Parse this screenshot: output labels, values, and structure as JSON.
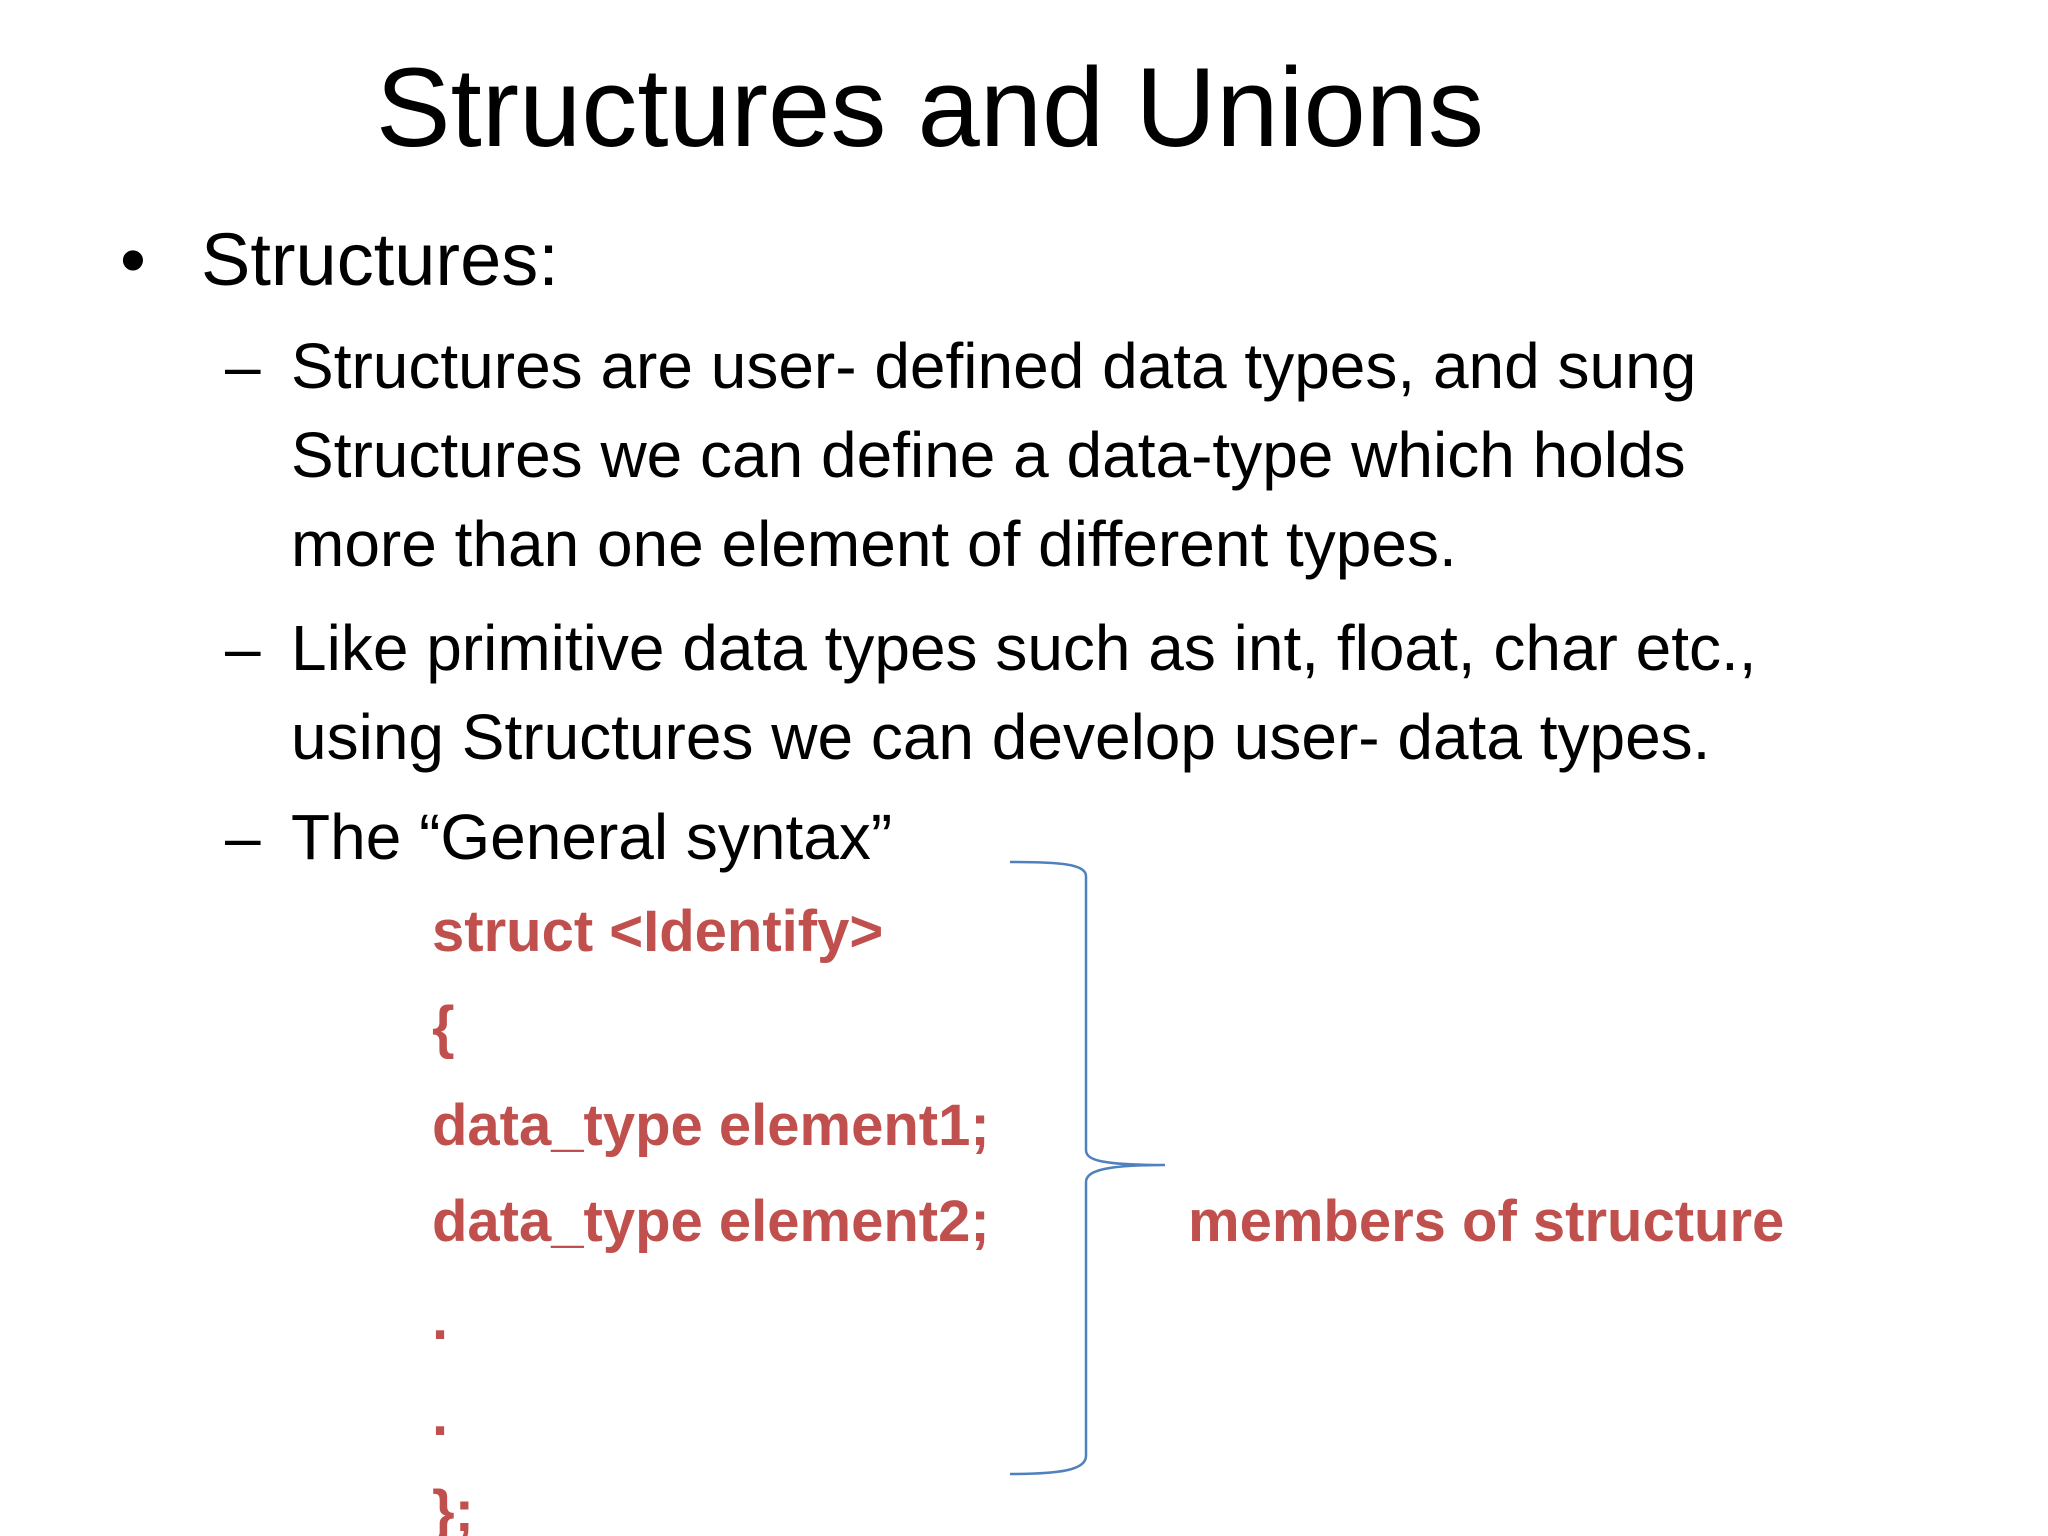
{
  "slide": {
    "title": "Structures and Unions",
    "bullet": {
      "marker": "•",
      "text": "Structures:"
    },
    "sub_bullets": [
      {
        "marker": "–",
        "lines": [
          "Structures are user- defined data types, and sung",
          "Structures  we can define a data-type which holds",
          "more than one element of different types."
        ]
      },
      {
        "marker": "–",
        "lines": [
          "Like primitive data types such as int, float, char etc.,",
          "using Structures we can develop user- data types."
        ]
      },
      {
        "marker": "–",
        "lines": [
          "The “General syntax”"
        ]
      }
    ],
    "code_lines": [
      "struct <Identify>",
      "{",
      "data_type element1;",
      "data_type element2;",
      ".",
      ".",
      "};"
    ],
    "brace_label": "members of structure",
    "colors": {
      "text": "#000000",
      "code": "#c0504d",
      "brace": "#4f81bd",
      "background": "#ffffff"
    }
  }
}
